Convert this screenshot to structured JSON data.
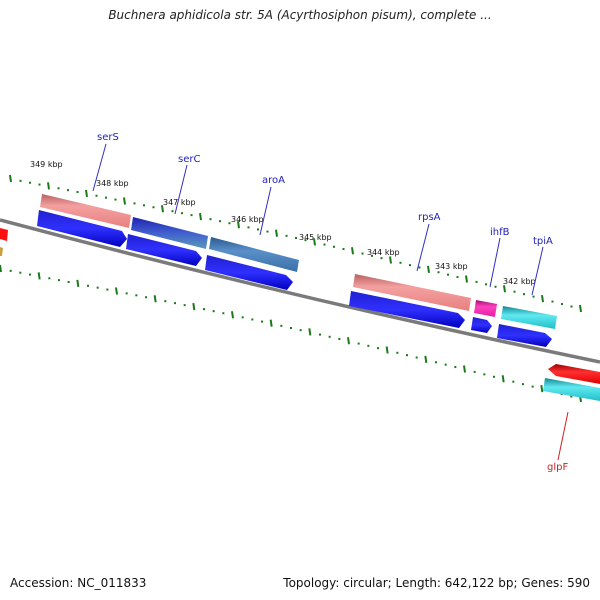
{
  "title": "Buchnera aphidicola str. 5A (Acyrthosiphon pisum), complete ...",
  "footer": {
    "accession": "Accession: NC_011833",
    "summary": "Topology: circular; Length: 642,122 bp; Genes: 590"
  },
  "kbp_labels": [
    "349 kbp",
    "348 kbp",
    "347 kbp",
    "346 kbp",
    "345 kbp",
    "344 kbp",
    "343 kbp",
    "342 kbp"
  ],
  "genes": [
    {
      "name": "serS",
      "color": "#2222bb"
    },
    {
      "name": "serC",
      "color": "#2222bb"
    },
    {
      "name": "aroA",
      "color": "#2222bb"
    },
    {
      "name": "rpsA",
      "color": "#2222bb"
    },
    {
      "name": "ihfB",
      "color": "#2222bb"
    },
    {
      "name": "tpiA",
      "color": "#2222bb"
    },
    {
      "name": "glpF",
      "color": "#cc2222"
    }
  ],
  "colors": {
    "backbone": "#808080",
    "tick": "#1a7a1a",
    "cds_forward": "#0000e0",
    "serS_feature": "#e88080",
    "serC_feature": "#3a6fbf",
    "aroA_feature": "#4a7fb0",
    "rpsA_feature": "#e88080",
    "ihfB_feature": "#e020a0",
    "tpiA_feature": "#20c0c8",
    "glpF_feature": "#ff0000"
  }
}
